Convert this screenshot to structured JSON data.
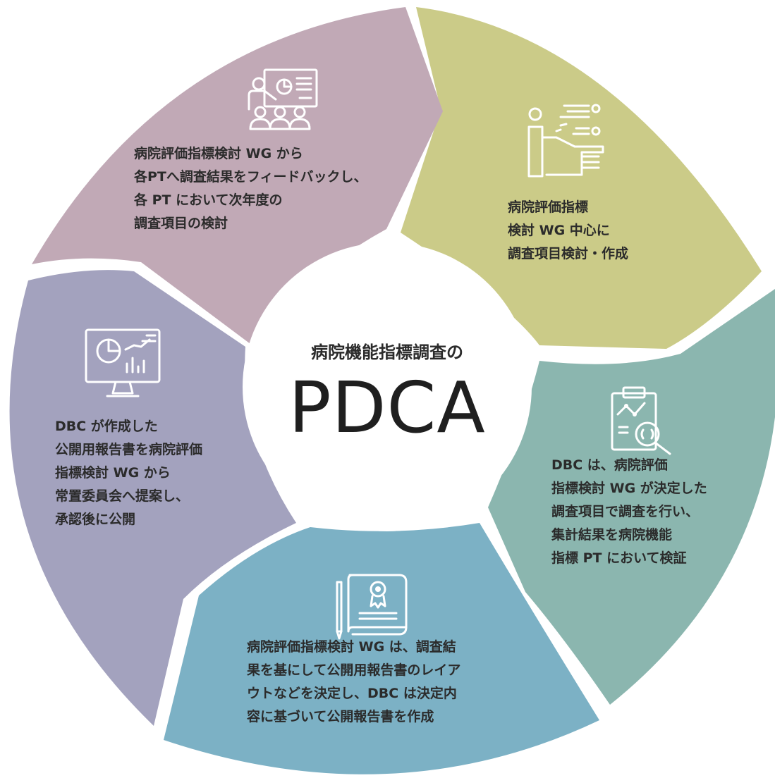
{
  "diagram": {
    "center": {
      "title": "病院機能指標調査の",
      "acronym": "PDCA"
    },
    "segments": [
      {
        "id": "plan",
        "color": "#cbcb88",
        "icon": "presenter-pointing-icon",
        "text": "病院評価指標\n検討 WG 中心に\n調査項目検討・作成"
      },
      {
        "id": "do",
        "color": "#8bb6af",
        "icon": "clipboard-magnifier-icon",
        "text": "DBC は、病院評価\n指標検討 WG が決定した\n調査項目で調査を行い、\n集計結果を病院機能\n指標 PT において検証"
      },
      {
        "id": "report",
        "color": "#7cb1c5",
        "icon": "certificate-pen-icon",
        "text": "病院評価指標検討 WG は、調査結\n果を基にして公開用報告書のレイア\nウトなどを決定し、DBC は決定内\n容に基づいて公開報告書を作成"
      },
      {
        "id": "publish",
        "color": "#a3a2be",
        "icon": "monitor-chart-icon",
        "text": "DBC が作成した\n公開用報告書を病院評価\n指標検討 WG から\n常置委員会へ提案し、\n承認後に公開"
      },
      {
        "id": "act",
        "color": "#c1a9b6",
        "icon": "presentation-audience-icon",
        "text": "病院評価指標検討 WG から\n各PTへ調査結果をフィードバックし、\n各 PT において次年度の\n調査項目の検討"
      }
    ]
  }
}
